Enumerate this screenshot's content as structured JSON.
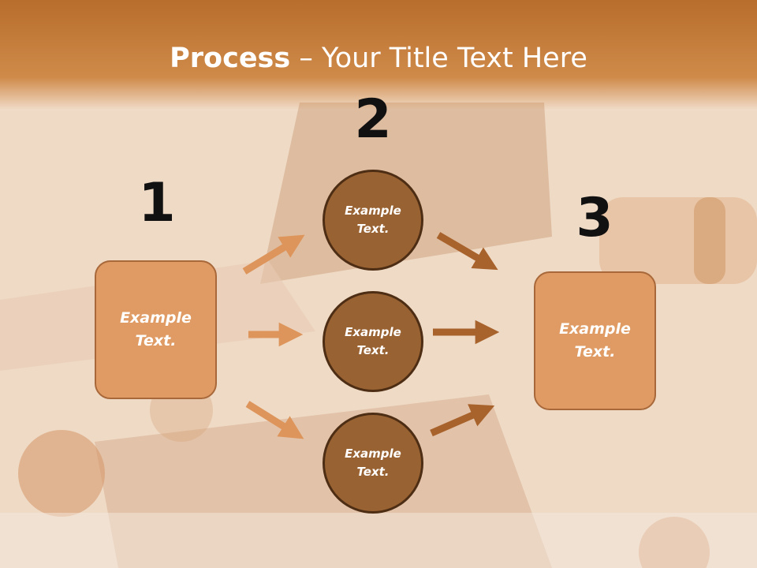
{
  "title": {
    "bold": "Process",
    "rest": " – Your Title Text Here"
  },
  "steps": [
    {
      "number": "1",
      "text": "Example\nText."
    },
    {
      "number": "2",
      "items": [
        "Example\nText.",
        "Example\nText.",
        "Example\nText."
      ]
    },
    {
      "number": "3",
      "text": "Example\nText."
    }
  ],
  "colors": {
    "box_fill": "#df9b63",
    "circle_fill": "#996232",
    "left_arrow": "#dd955b",
    "right_arrow": "#a8622c"
  }
}
